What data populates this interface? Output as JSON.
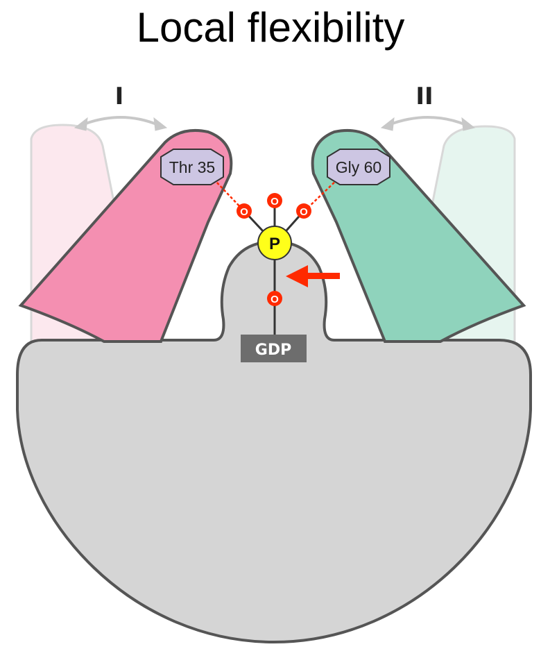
{
  "title": "Local flexibility",
  "switches": {
    "switch1_label": "I",
    "switch2_label": "II"
  },
  "residues": {
    "left": "Thr 35",
    "right": "Gly 60"
  },
  "atoms": {
    "oxygen": "O",
    "phosphorus": "P"
  },
  "nucleotide": "GDP",
  "colors": {
    "switch1": "#f48fb1",
    "switch1_ghost": "#fce8ee",
    "switch2": "#8fd3bc",
    "switch2_ghost": "#e6f5ef",
    "body": "#d5d5d5",
    "outline": "#555555",
    "residue_fill": "#cdc6e3",
    "oxygen": "#ff2a00",
    "phosphorus": "#ffff1a",
    "arrow": "#ff2a00",
    "gdp_box": "#6d6d6d"
  }
}
